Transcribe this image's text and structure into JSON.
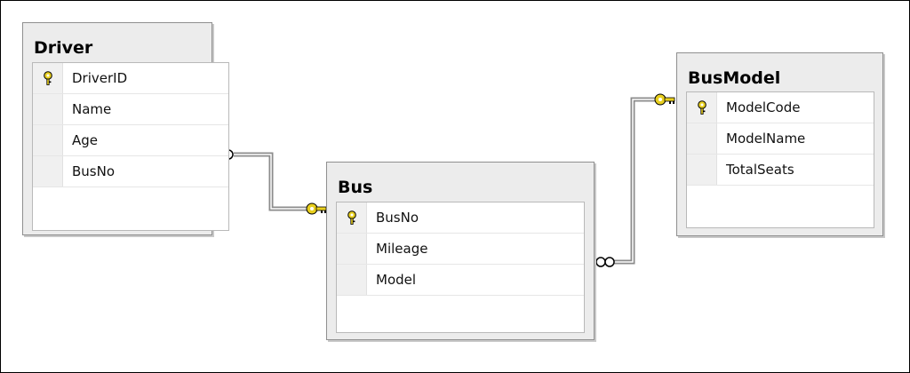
{
  "tables": {
    "driver": {
      "name": "Driver",
      "columns": [
        {
          "name": "DriverID",
          "pk": true
        },
        {
          "name": "Name"
        },
        {
          "name": "Age"
        },
        {
          "name": "BusNo"
        }
      ]
    },
    "bus": {
      "name": "Bus",
      "columns": [
        {
          "name": "BusNo",
          "pk": true
        },
        {
          "name": "Mileage"
        },
        {
          "name": "Model"
        }
      ]
    },
    "busmodel": {
      "name": "BusModel",
      "columns": [
        {
          "name": "ModelCode",
          "pk": true
        },
        {
          "name": "ModelName"
        },
        {
          "name": "TotalSeats"
        }
      ]
    }
  },
  "relationships": [
    {
      "from": "Driver",
      "to": "Bus",
      "many_end": "Driver",
      "one_end": "Bus"
    },
    {
      "from": "Bus",
      "to": "BusModel",
      "many_end": "Bus",
      "one_end": "BusModel"
    }
  ],
  "colors": {
    "key": "#e8cf1e",
    "line": "#8c8c8c",
    "window": "#ececec"
  }
}
